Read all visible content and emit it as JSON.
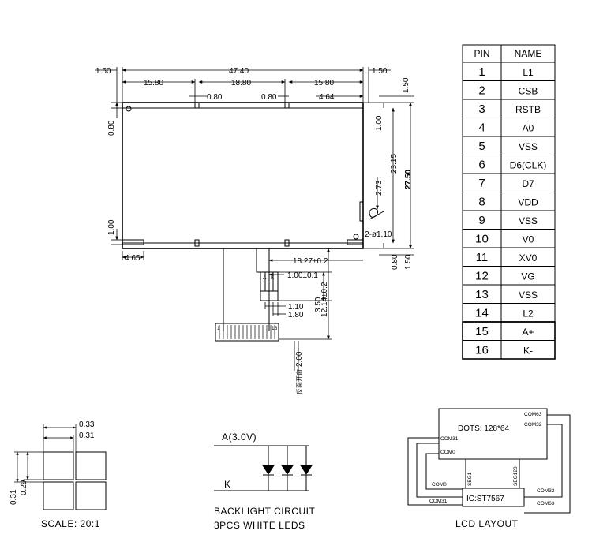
{
  "dimensions": {
    "top_left_margin": "1.50",
    "overall_width": "47.40",
    "top_right_margin": "1.50",
    "segment_left": "15.80",
    "segment_mid": "18.80",
    "segment_right": "15.80",
    "notch_left": "0.80",
    "notch_right": "0.80",
    "notch_offset": "4.64",
    "left_top_tab": "0.80",
    "left_bottom_tab": "1.00",
    "bottom_left_offset": "4.65",
    "right_top_margin": "1.50",
    "right_top_tab": "1.00",
    "right_height_inner": "23.15",
    "right_height_total": "27.50",
    "hole_offset": "2.73",
    "hole_label": "2-ø1.10",
    "right_bottom_tab": "0.80",
    "right_bottom_margin": "1.50",
    "fpc_offset": "18.27±0.2",
    "fpc_tab_width": "1.00±0.1",
    "fpc_pitch": "1.10",
    "fpc_tab_gap": "1.80",
    "fpc_tab_height": "3.50",
    "fpc_length": "12.14±0.2",
    "fpc_bend_width": "2.00",
    "fpc_note": "反面开窗",
    "fpc_pin_first": "1",
    "fpc_pin_last": "16",
    "tab_a": "A",
    "tab_k": "K"
  },
  "pin_table": {
    "header_pin": "PIN",
    "header_name": "NAME",
    "rows": [
      {
        "pin": "1",
        "name": "L1"
      },
      {
        "pin": "2",
        "name": "CSB"
      },
      {
        "pin": "3",
        "name": "RSTB"
      },
      {
        "pin": "4",
        "name": "A0"
      },
      {
        "pin": "5",
        "name": "VSS"
      },
      {
        "pin": "6",
        "name": "D6(CLK)"
      },
      {
        "pin": "7",
        "name": "D7"
      },
      {
        "pin": "8",
        "name": "VDD"
      },
      {
        "pin": "9",
        "name": "VSS"
      },
      {
        "pin": "10",
        "name": "V0"
      },
      {
        "pin": "11",
        "name": "XV0"
      },
      {
        "pin": "12",
        "name": "VG"
      },
      {
        "pin": "13",
        "name": "VSS"
      },
      {
        "pin": "14",
        "name": "L2"
      },
      {
        "pin": "15",
        "name": "A+"
      },
      {
        "pin": "16",
        "name": "K-"
      }
    ]
  },
  "scale": {
    "label": "SCALE: 20:1",
    "pitch_h": "0.33",
    "dot_w": "0.31",
    "pitch_v": "0.31",
    "dot_h": "0.29"
  },
  "backlight": {
    "anode_label": "A(3.0V)",
    "cathode_label": "K",
    "caption_line1": "BACKLIGHT CIRCUIT",
    "caption_line2": "3PCS WHITE LEDS"
  },
  "lcd_layout": {
    "dots": "DOTS: 128*64",
    "com63_top": "COM63",
    "com32_top": "COM32",
    "com31_left": "COM31",
    "com0_left": "COM0",
    "seg1": "SEG1",
    "seg128": "SEG128",
    "com0_bottom": "COM0",
    "com32_bottom": "COM32",
    "com31_bottom": "COM31",
    "ic": "IC:ST7567",
    "com63_bottom": "COM63",
    "caption": "LCD LAYOUT"
  }
}
